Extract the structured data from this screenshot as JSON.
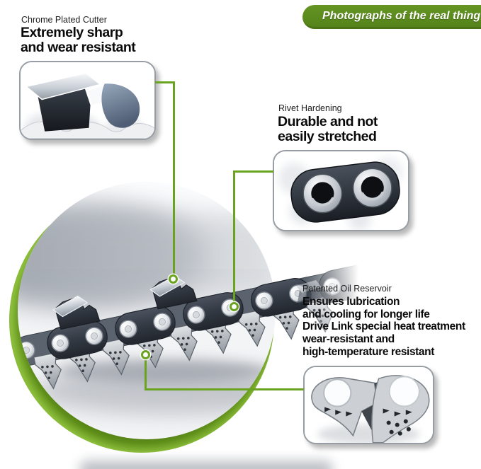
{
  "banner": {
    "text": "Photographs of the real thing"
  },
  "callouts": {
    "cutter": {
      "label": "Chrome Plated Cutter",
      "heading_lines": [
        "Extremely sharp",
        "and wear resistant"
      ]
    },
    "rivet": {
      "label": "Rivet Hardening",
      "heading_lines": [
        "Durable and not",
        "easily stretched"
      ]
    },
    "oil_reservoir": {
      "label": "Patented Oil Reservoir",
      "heading_lines": [
        "Ensures lubrication",
        "and cooling for longer life",
        "Drive Link special heat treatment",
        "wear-resistant and",
        "high-temperature resistant"
      ]
    }
  },
  "images": {
    "main_photo": "chainsaw-chain-closeup-photo",
    "cutter_inset": "chrome-plated-cutter-closeup",
    "rivet_inset": "hardened-rivet-closeup",
    "oil_reservoir_inset": "drive-link-oil-reservoir-closeup"
  },
  "markers": {
    "shape": "ring",
    "color": "#6aa320"
  },
  "colors": {
    "banner_green": "#5c8c1e",
    "banner_edge": "#4a7315",
    "leader_green": "#6aa320",
    "crescent_outer": "#8abc3a",
    "crescent_inner": "#49710f"
  }
}
